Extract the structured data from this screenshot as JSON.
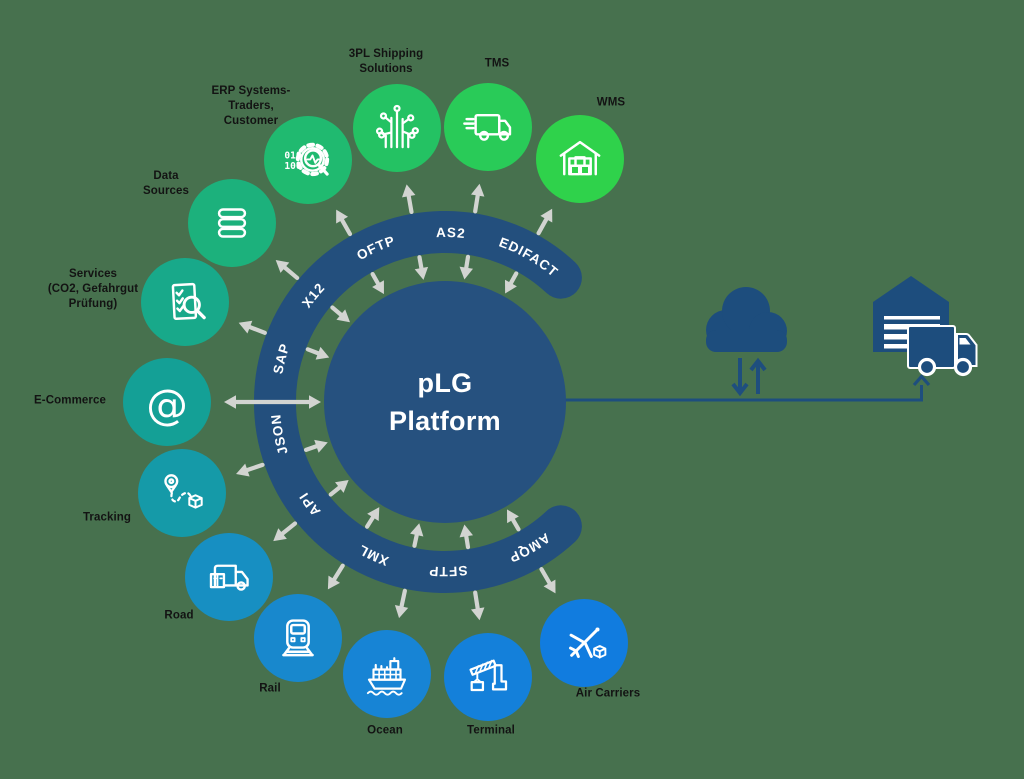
{
  "background_color": "#47714e",
  "palette": {
    "navy": "#234f7d",
    "platform_navy": "#26517f",
    "external_navy": "#1d4d7d",
    "arrow_gray": "#d2d4d1",
    "label_color": "#131313",
    "icon_stroke": "#ffffff"
  },
  "platform": {
    "title": "pLG\nPlatform"
  },
  "protocols": [
    "AMQP",
    "SFTP",
    "XML",
    "API",
    "JSON",
    "SAP",
    "X12",
    "OFTP",
    "AS2",
    "EDIFACT"
  ],
  "satellites": [
    {
      "label": "WMS",
      "icon": "warehouse-icon",
      "color": "#2fd24b"
    },
    {
      "label": "TMS",
      "icon": "delivery-truck-icon",
      "color": "#29cb58"
    },
    {
      "label": "3PL Shipping\nSolutions",
      "icon": "circuit-tree-icon",
      "color": "#24c263"
    },
    {
      "label": "ERP Systems-\nTraders,\nCustomer",
      "icon": "gear-code-icon",
      "color": "#20ba70"
    },
    {
      "label": "Data\nSources",
      "icon": "database-icon",
      "color": "#1cb17c"
    },
    {
      "label": "Services\n(CO2, Gefahrgut\nPrüfung)",
      "icon": "checklist-icon",
      "color": "#18a98a"
    },
    {
      "label": "E-Commerce",
      "icon": "at-sign-icon",
      "color": "#14a096"
    },
    {
      "label": "Tracking",
      "icon": "route-pin-icon",
      "color": "#159aa8"
    },
    {
      "label": "Road",
      "icon": "box-truck-icon",
      "color": "#178fc2"
    },
    {
      "label": "Rail",
      "icon": "train-icon",
      "color": "#1888cd"
    },
    {
      "label": "Ocean",
      "icon": "container-ship-icon",
      "color": "#1784d5"
    },
    {
      "label": "Terminal",
      "icon": "crane-icon",
      "color": "#1480da"
    },
    {
      "label": "Air Carriers",
      "icon": "airplane-box-icon",
      "color": "#117cdf"
    }
  ],
  "icons": {
    "erp_binary_top": "010",
    "erp_binary_bottom": "100",
    "at_glyph": "@",
    "external": [
      "cloud-icon",
      "warehouse-truck-icon"
    ]
  }
}
